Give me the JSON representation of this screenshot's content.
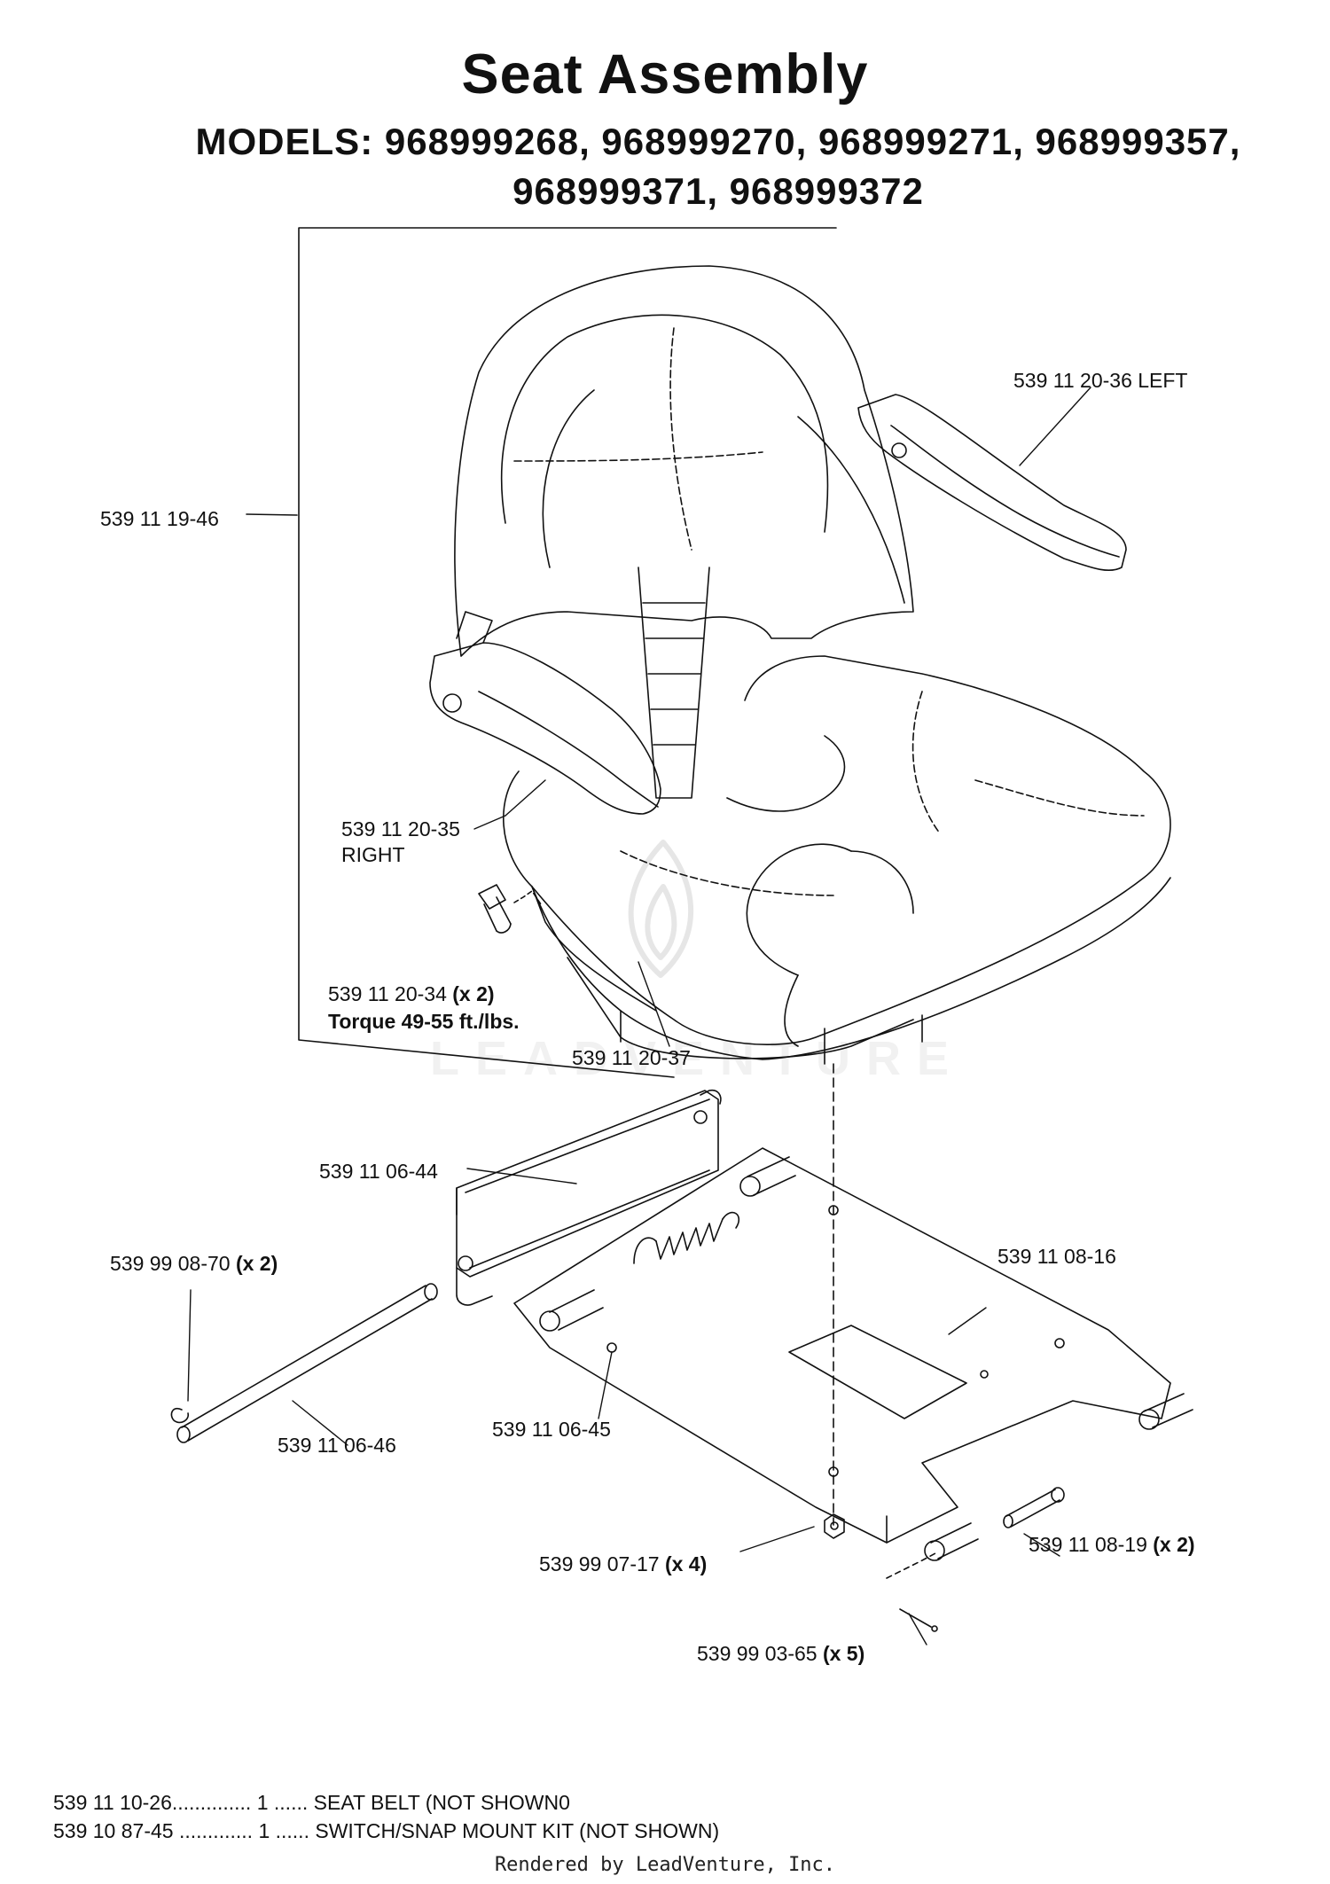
{
  "title": "Seat Assembly",
  "models_line1": "MODELS: 968999268, 968999270, 968999271, 968999357,",
  "models_line2": "968999371, 968999372",
  "watermark": "LEADVENTURE",
  "callouts": {
    "armrest_left": "539 11 20-36 LEFT",
    "seat_assembly": "539 11 19-46",
    "armrest_right": "539 11 20-35",
    "armrest_right_side": "RIGHT",
    "bolt": "539 11 20-34",
    "bolt_qty": "(x 2)",
    "torque": "Torque 49-55 ft./lbs.",
    "seat": "539 11 20-37",
    "seat_slide": "539 11 06-44",
    "clip": "539 99 08-70",
    "clip_qty": "(x 2)",
    "seat_plate": "539 11 08-16",
    "rod": "539 11 06-46",
    "spring": "539 11 06-45",
    "nut": "539 99 07-17",
    "nut_qty": "(x 4)",
    "pin": "539 11 08-19",
    "pin_qty": "(x 2)",
    "cotter": "539 99 03-65",
    "cotter_qty": "(x 5)"
  },
  "notes": [
    {
      "part": "539 11 10-26",
      "dots1": "..............",
      "qty": "1",
      "dots2": "......",
      "desc": "SEAT BELT (NOT SHOWN0"
    },
    {
      "part": "539 10 87-45",
      "dots1": ".............",
      "qty": "1",
      "dots2": "......",
      "desc": "SWITCH/SNAP MOUNT KIT (NOT SHOWN)"
    }
  ],
  "footer": "Rendered by LeadVenture, Inc."
}
